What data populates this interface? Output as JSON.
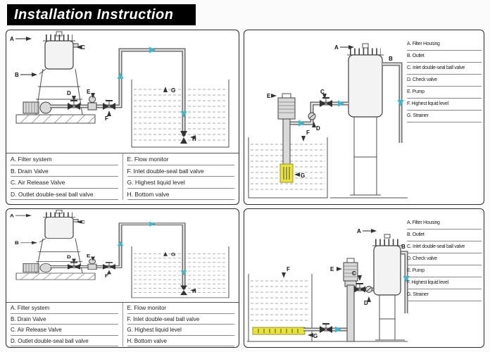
{
  "title": "Installation Instruction",
  "colors": {
    "flow_arrow": "#3fb8cd",
    "strainer_yellow": "#e9e43b",
    "banner_bg": "#000000",
    "line": "#4c4c4c"
  },
  "panel1": {
    "legend_col1": [
      "A. Filter system",
      "B. Drain Valve",
      "C. Air Release Valve",
      "D. Outlet double-seal ball valve"
    ],
    "legend_col2": [
      "E. Flow monitor",
      "F. Inlet double-seal ball valve",
      "G. Highest liquid level",
      "H. Bottom valve"
    ],
    "labels": {
      "a": "A",
      "b": "B",
      "c": "C",
      "d": "D",
      "e": "E",
      "f": "F",
      "g": "G",
      "h": "H"
    }
  },
  "panel2": {
    "legend": [
      "A. Filter Housing",
      "B. Outlet",
      "C. Inlet double-seal ball valve",
      "D. Check valve",
      "E. Pump",
      "F. Highest liquid level",
      "G. Strainer"
    ],
    "labels": {
      "a": "A",
      "b": "B",
      "c": "C",
      "d": "D",
      "e": "E",
      "f": "F",
      "g": "G"
    }
  },
  "panel3": {
    "legend_col1": [
      "A. Filter system",
      "B. Drain Valve",
      "C. Air Release Valve",
      "D. Outlet double-seal ball valve"
    ],
    "legend_col2": [
      "E. Flow monitor",
      "F. Inlet double-seal ball valve",
      "G. Highest liquid level",
      "H. Bottom valve"
    ],
    "labels": {
      "a": "A",
      "b": "B",
      "c": "C",
      "d": "D",
      "e": "E",
      "f": "F",
      "g": "G",
      "h": "H"
    }
  },
  "panel4": {
    "legend": [
      "A. Filter Housing",
      "B. Outlet",
      "C. Inlet double-seal ball valve",
      "D. Check valve",
      "E. Pump",
      "F. Highest liquid level",
      "G. Strainer"
    ],
    "labels": {
      "a": "A",
      "b": "B",
      "c": "C",
      "d": "D",
      "e": "E",
      "f": "F",
      "g": "G"
    }
  }
}
